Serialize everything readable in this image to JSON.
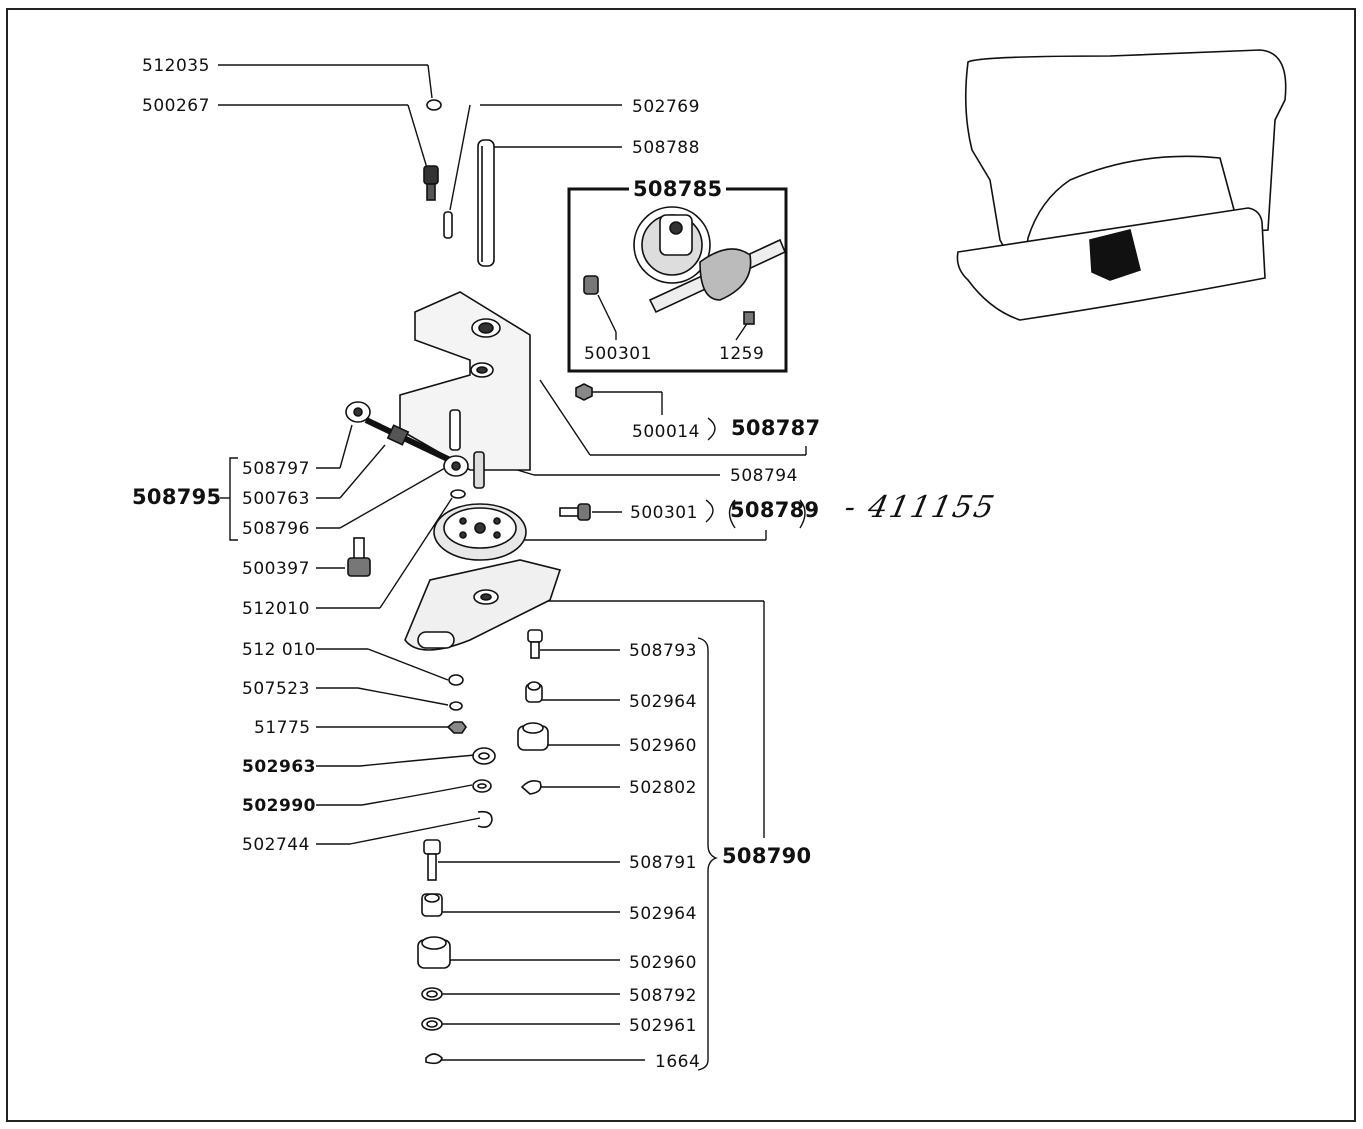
{
  "parts": {
    "p512035": "512035",
    "p500267": "500267",
    "p502769": "502769",
    "p508788": "508788",
    "p508785": "508785",
    "p500301a": "500301",
    "p1259": "1259",
    "p500014": "500014",
    "p508787": "508787",
    "p508794": "508794",
    "p508797": "508797",
    "p508795": "508795",
    "p500763": "500763",
    "p508796": "508796",
    "p500301b": "500301",
    "p508789": "508789",
    "p500397": "500397",
    "p512010": "512010",
    "p512010b": "512 010",
    "p507523": "507523",
    "p51775": "51775",
    "p502963": "502963",
    "p502990": "502990",
    "p502744": "502744",
    "p508793": "508793",
    "p502964a": "502964",
    "p502960a": "502960",
    "p502802": "502802",
    "p508790": "508790",
    "p508791": "508791",
    "p502964b": "502964",
    "p502960b": "502960",
    "p508792": "508792",
    "p502961": "502961",
    "p1664": "1664"
  },
  "annotation": "- 411155"
}
